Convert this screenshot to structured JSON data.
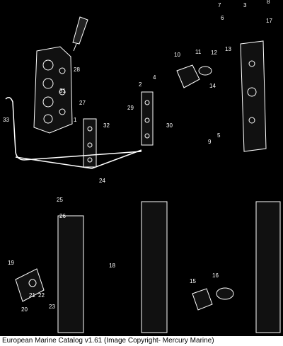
{
  "caption": "European Marine Catalog v1.61 (Image Copyright- Mercury Marine)",
  "part_labels": [
    "1",
    "2",
    "3",
    "4",
    "5",
    "6",
    "7",
    "8",
    "9",
    "10",
    "11",
    "12",
    "13",
    "14",
    "15",
    "16",
    "17",
    "18",
    "19",
    "20",
    "21",
    "22",
    "23",
    "24",
    "25",
    "26",
    "27",
    "28",
    "29",
    "30",
    "31",
    "32",
    "33"
  ],
  "colors": {
    "background": "#000000",
    "line": "#ffffff",
    "caption_bg": "#ffffff",
    "caption_text": "#000000"
  }
}
